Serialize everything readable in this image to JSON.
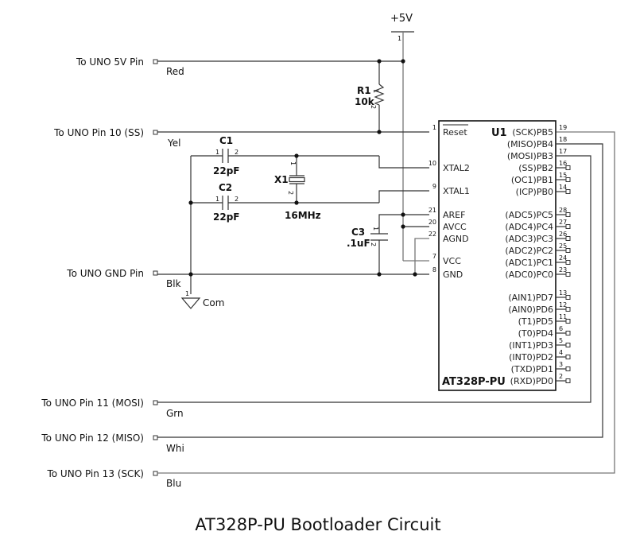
{
  "title": "AT328P-PU Bootloader Circuit",
  "power": {
    "label": "+5V",
    "pin": "1"
  },
  "connectors": [
    {
      "label": "To UNO 5V Pin",
      "wire": "Red"
    },
    {
      "label": "To UNO Pin 10 (SS)",
      "wire": "Yel"
    },
    {
      "label": "To UNO GND Pin",
      "wire": "Blk"
    },
    {
      "label": "To UNO Pin 11 (MOSI)",
      "wire": "Grn"
    },
    {
      "label": "To UNO Pin 12 (MISO)",
      "wire": "Whi"
    },
    {
      "label": "To UNO Pin 13 (SCK)",
      "wire": "Blu"
    }
  ],
  "ground": {
    "label": "Com",
    "pin": "1"
  },
  "components": {
    "R1": {
      "ref": "R1",
      "value": "10k",
      "pin1": "1",
      "pin2": "2"
    },
    "C1": {
      "ref": "C1",
      "value": "22pF",
      "pin1": "1",
      "pin2": "2"
    },
    "C2": {
      "ref": "C2",
      "value": "22pF",
      "pin1": "1",
      "pin2": "2"
    },
    "C3": {
      "ref": "C3",
      "value": ".1uF",
      "pin1": "1",
      "pin2": "2"
    },
    "X1": {
      "ref": "X1",
      "value": "16MHz",
      "pin1": "1",
      "pin2": "2"
    }
  },
  "chip": {
    "ref": "U1",
    "part": "AT328P-PU",
    "left_pins": [
      {
        "num": "1",
        "name": "Reset"
      },
      {
        "num": "10",
        "name": "XTAL2"
      },
      {
        "num": "9",
        "name": "XTAL1"
      },
      {
        "num": "21",
        "name": "AREF"
      },
      {
        "num": "20",
        "name": "AVCC"
      },
      {
        "num": "22",
        "name": "AGND"
      },
      {
        "num": "7",
        "name": "VCC"
      },
      {
        "num": "8",
        "name": "GND"
      }
    ],
    "right_pins": [
      {
        "num": "19",
        "name": "(SCK)PB5"
      },
      {
        "num": "18",
        "name": "(MISO)PB4"
      },
      {
        "num": "17",
        "name": "(MOSI)PB3"
      },
      {
        "num": "16",
        "name": "(SS)PB2"
      },
      {
        "num": "15",
        "name": "(OC1)PB1"
      },
      {
        "num": "14",
        "name": "(ICP)PB0"
      },
      {
        "num": "28",
        "name": "(ADC5)PC5"
      },
      {
        "num": "27",
        "name": "(ADC4)PC4"
      },
      {
        "num": "26",
        "name": "(ADC3)PC3"
      },
      {
        "num": "25",
        "name": "(ADC2)PC2"
      },
      {
        "num": "24",
        "name": "(ADC1)PC1"
      },
      {
        "num": "23",
        "name": "(ADC0)PC0"
      },
      {
        "num": "13",
        "name": "(AIN1)PD7"
      },
      {
        "num": "12",
        "name": "(AIN0)PD6"
      },
      {
        "num": "11",
        "name": "(T1)PD5"
      },
      {
        "num": "6",
        "name": "(T0)PD4"
      },
      {
        "num": "5",
        "name": "(INT1)PD3"
      },
      {
        "num": "4",
        "name": "(INT0)PD2"
      },
      {
        "num": "3",
        "name": "(TXD)PD1"
      },
      {
        "num": "2",
        "name": "(RXD)PD0"
      }
    ]
  }
}
